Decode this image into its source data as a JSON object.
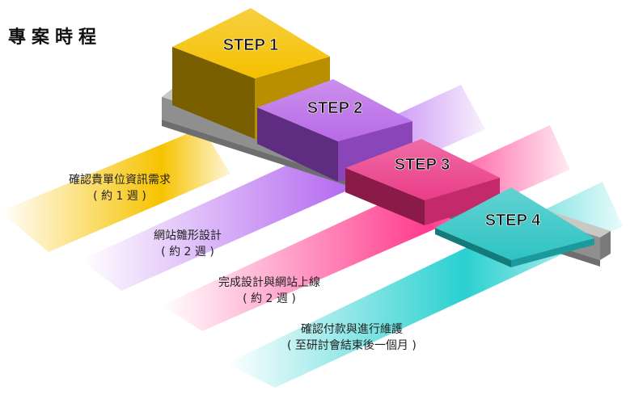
{
  "page": {
    "title": "專案時程"
  },
  "steps": [
    {
      "label": "STEP 1",
      "color": "#f2b800",
      "description": "確認貴單位資訊需求",
      "duration": "( 約 1 週 )"
    },
    {
      "label": "STEP 2",
      "color": "#a64dd9",
      "description": "網站雛形設計",
      "duration": "( 約 2 週 )"
    },
    {
      "label": "STEP 3",
      "color": "#e0307a",
      "description": "完成設計與網站上線",
      "duration": "( 約 2 週 )"
    },
    {
      "label": "STEP 4",
      "color": "#20b8b8",
      "description": "確認付款與進行維護",
      "duration": "( 至研討會結束後一個月 )"
    }
  ],
  "colors": {
    "platform": "#8f8f8f",
    "text": "#111111"
  }
}
